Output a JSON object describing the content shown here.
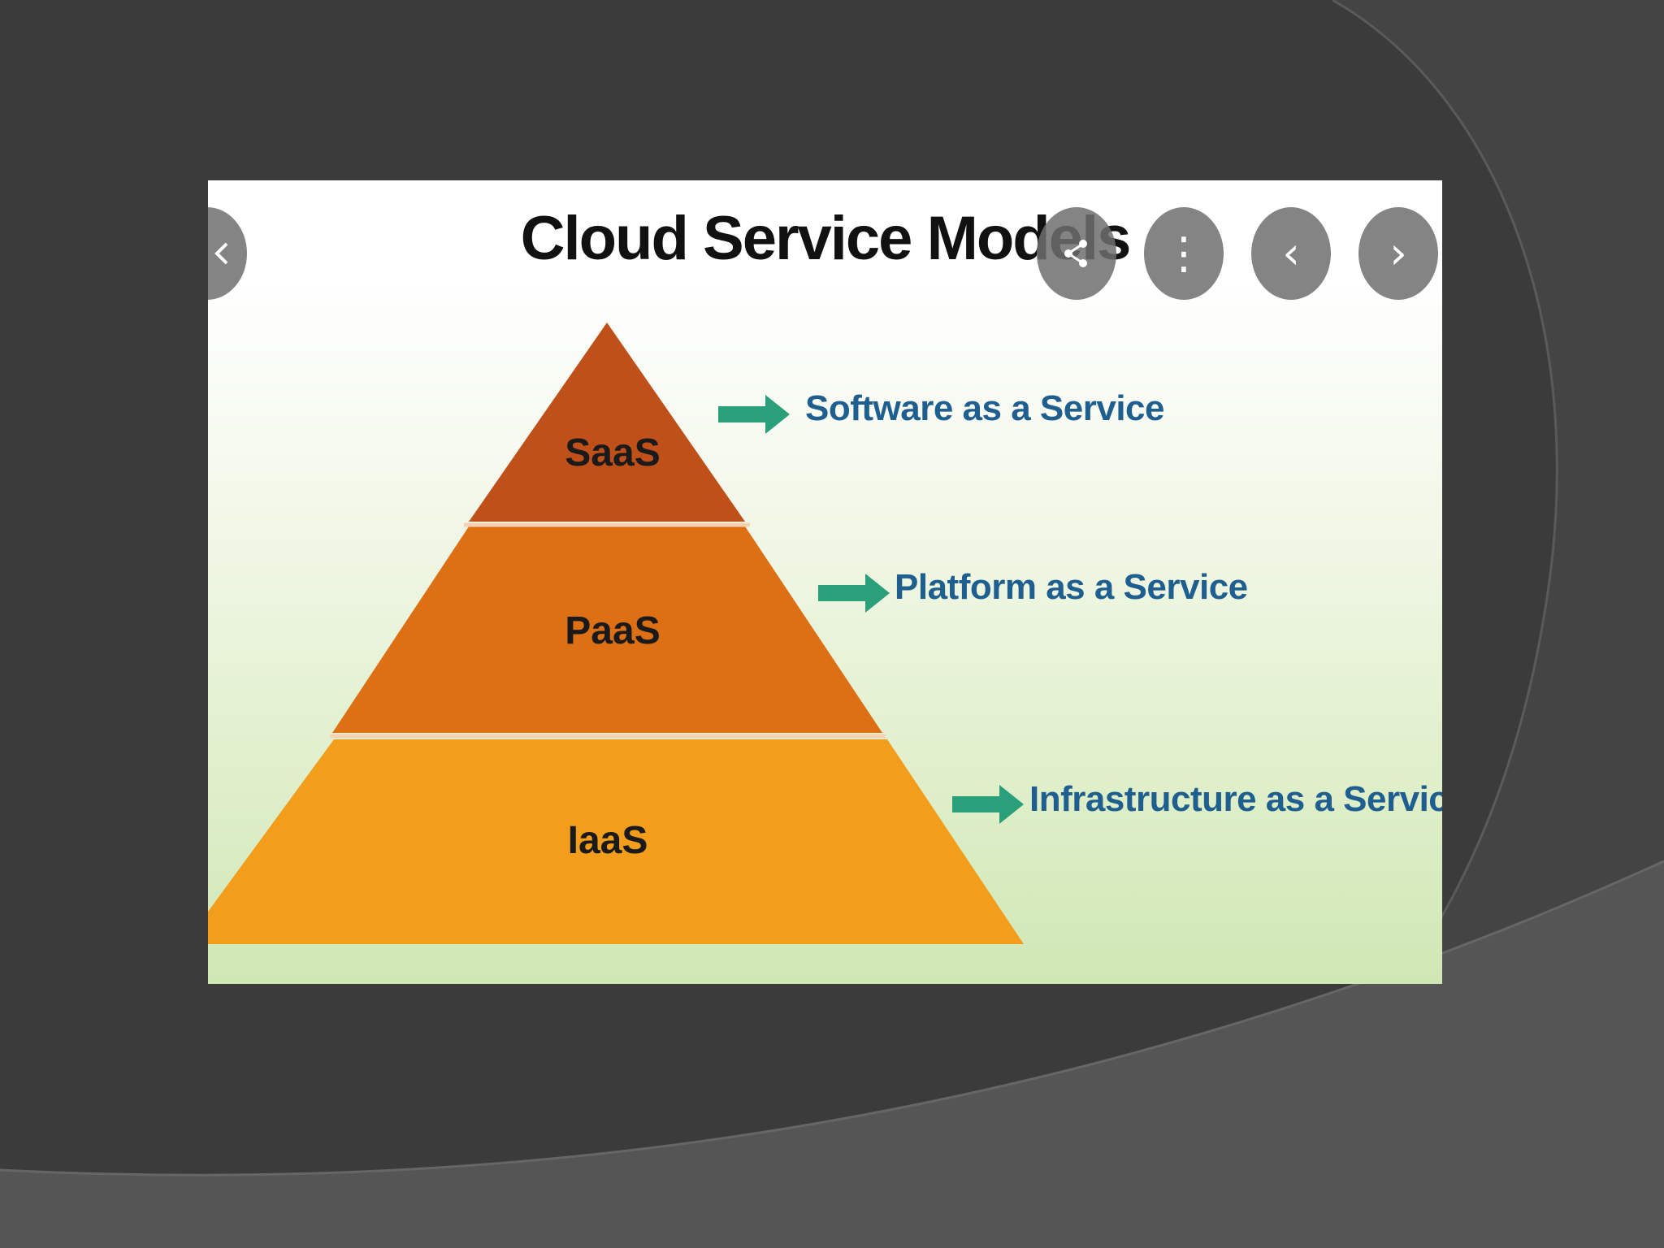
{
  "slide": {
    "title": "Cloud Service Models"
  },
  "pyramid": {
    "layers": [
      {
        "abbr": "SaaS",
        "description": "Software as a Service",
        "color": "#c0501a"
      },
      {
        "abbr": "PaaS",
        "description": "Platform as a Service",
        "color": "#dd6f15"
      },
      {
        "abbr": "IaaS",
        "description": "Infrastructure as a Service",
        "color": "#f29d1c"
      }
    ],
    "arrow_color": "#2aa07a",
    "text_color": "#1f5f8f"
  },
  "viewer_controls": {
    "prev_edge_icon": "chevron-left-icon",
    "share_icon": "share-icon",
    "more_icon": "more-vertical-icon",
    "prev_icon": "chevron-left-icon",
    "next_icon": "chevron-right-icon",
    "more_glyph": "⋮",
    "prev_glyph": "‹",
    "next_glyph": "›"
  },
  "theme": {
    "background": "#3b3b3b",
    "arc_light": "#555555"
  }
}
